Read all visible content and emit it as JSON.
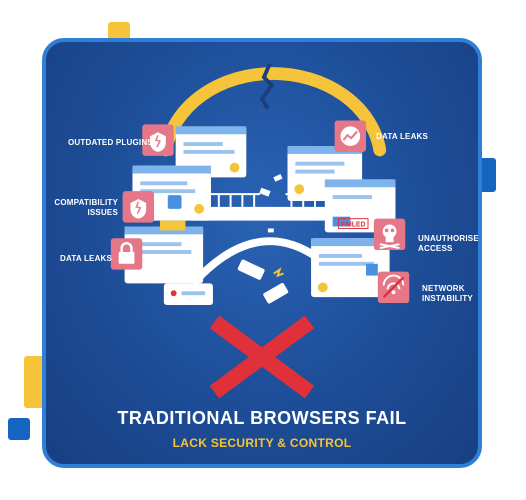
{
  "colors": {
    "accent_yellow": "#f5c43a",
    "accent_blue": "#1565c0",
    "panel_bg": "#1d4d97",
    "alert_red": "#e0313b"
  },
  "labels": {
    "outdated_plugins": "OUTDATED PLUGINS",
    "compatibility_1": "COMPATIBILITY",
    "compatibility_2": "ISSUES",
    "data_leaks_left": "DATA LEAKS",
    "data_leaks_right": "DATA LEAKS",
    "unauthorised_1": "UNAUTHORISED",
    "unauthorised_2": "ACCESS",
    "network_1": "NETWORK",
    "network_2": "INSTABILITY",
    "failed": "FAILED"
  },
  "icons": {
    "outdated_plugins": "broken-heart-shield-icon",
    "compatibility": "broken-shield-icon",
    "data_leaks_left": "padlock-icon",
    "data_leaks_right": "broken-chart-icon",
    "unauthorised": "skull-crossbones-icon",
    "network": "no-signal-icon",
    "fail": "red-x-icon"
  },
  "heading": {
    "title": "TRADITIONAL BROWSERS FAIL",
    "subtitle": "LACK SECURITY & CONTROL"
  }
}
